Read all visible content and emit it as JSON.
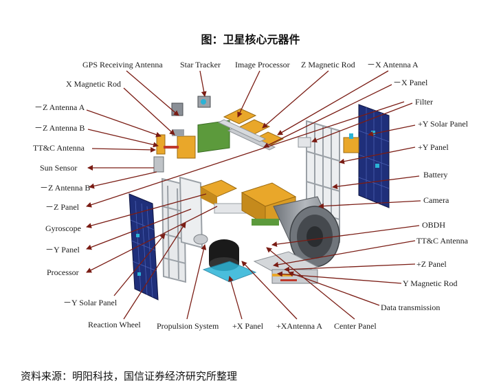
{
  "title": "图：卫星核心元器件",
  "source": "资料来源：明阳科技，国信证券经济研究所整理",
  "colors": {
    "arrow": "#7a1c14",
    "frame": "#9aa0a6",
    "solar": "#1f2f7a",
    "gold": "#e9a72a",
    "green": "#5c9a3c",
    "camera": "#8a8f96",
    "cyan": "#2bb3d6",
    "dark": "#1a1a1a"
  },
  "labels": {
    "gps": "GPS Receiving Antenna",
    "star_tracker": "Star Tracker",
    "image_processor": "Image Processor",
    "z_magnetic_rod": "Z Magnetic Rod",
    "neg_x_antenna_a": "－X Antenna A",
    "neg_x_panel": "－X Panel",
    "x_magnetic_rod": "X Magnetic Rod",
    "filter": "Filter",
    "neg_z_antenna_a": "－Z Antenna A",
    "pos_y_solar": "+Y Solar Panel",
    "neg_z_antenna_b": "－Z Antenna  B",
    "ttc_antenna_left": "TT&C Antenna",
    "pos_y_panel": "+Y Panel",
    "sun_sensor": "Sun Sensor",
    "battery": "Battery",
    "neg_z_antenna_b2": "－Z Antenna B",
    "camera": "Camera",
    "neg_z_panel": "－Z Panel",
    "gyroscope": "Gyroscope",
    "obdh": "OBDH",
    "neg_y_panel": "－Y Panel",
    "ttc_antenna_right": "TT&C Antenna",
    "processor": "Processor",
    "pos_z_panel": "+Z Panel",
    "y_magnetic_rod": "Y Magnetic Rod",
    "neg_y_solar": "－Y Solar Panel",
    "data_transmission": "Data transmission",
    "reaction_wheel": "Reaction Wheel",
    "propulsion": "Propulsion System",
    "pos_x_panel": "+X Panel",
    "pos_x_antenna_a": "+XAntenna A",
    "center_panel": "Center Panel"
  }
}
